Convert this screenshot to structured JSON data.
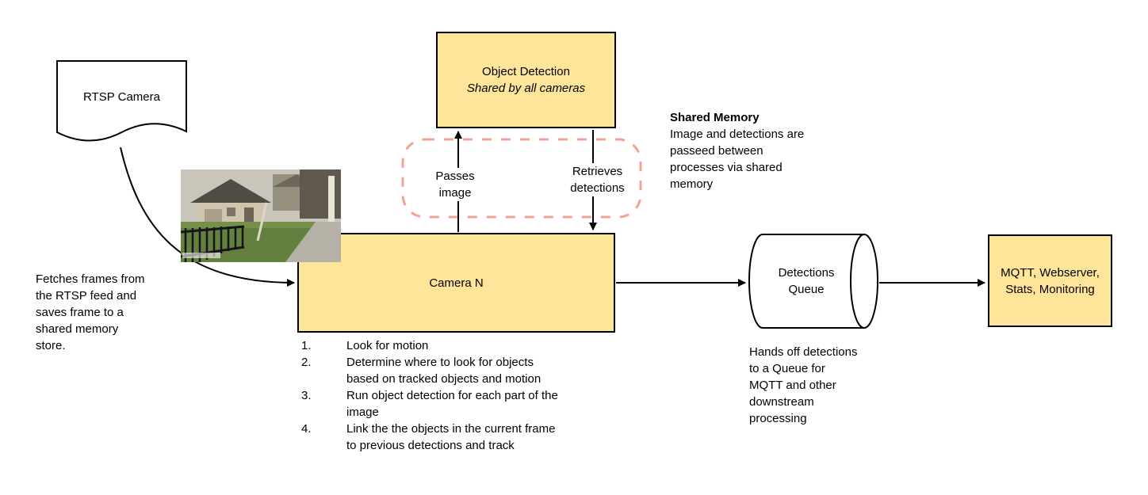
{
  "diagram": {
    "nodes": {
      "rtsp_camera": {
        "label": "RTSP Camera"
      },
      "object_detection": {
        "title": "Object Detection",
        "subtitle": "Shared by all cameras"
      },
      "camera_n": {
        "label": "Camera N"
      },
      "detections_queue": {
        "label": "Detections\nQueue"
      },
      "outputs": {
        "label": "MQTT, Webserver,\nStats, Monitoring"
      }
    },
    "edge_labels": {
      "passes_image": "Passes\nimage",
      "retrieves_detections": "Retrieves\ndetections"
    },
    "notes": {
      "shared_memory_title": "Shared Memory",
      "shared_memory_body": "Image and detections are\npasseed between\nprocesses via shared\nmemory",
      "fetch_frames": "Fetches frames from\nthe RTSP feed and\nsaves frame to a\nshared memory\nstore.",
      "hands_off": "Hands off detections\nto a Queue for\nMQTT and other\ndownstream\nprocessing"
    },
    "camera_steps": [
      "Look for motion",
      "Determine where to look for objects\nbased on tracked objects and motion",
      "Run object detection for each part of the\nimage",
      "Link the the objects in the current frame\nto previous detections and track"
    ],
    "colors": {
      "node_fill": "#ffe599",
      "node_border": "#000000",
      "shared_memory_outline": "#f2a394",
      "connector": "#000000"
    }
  }
}
